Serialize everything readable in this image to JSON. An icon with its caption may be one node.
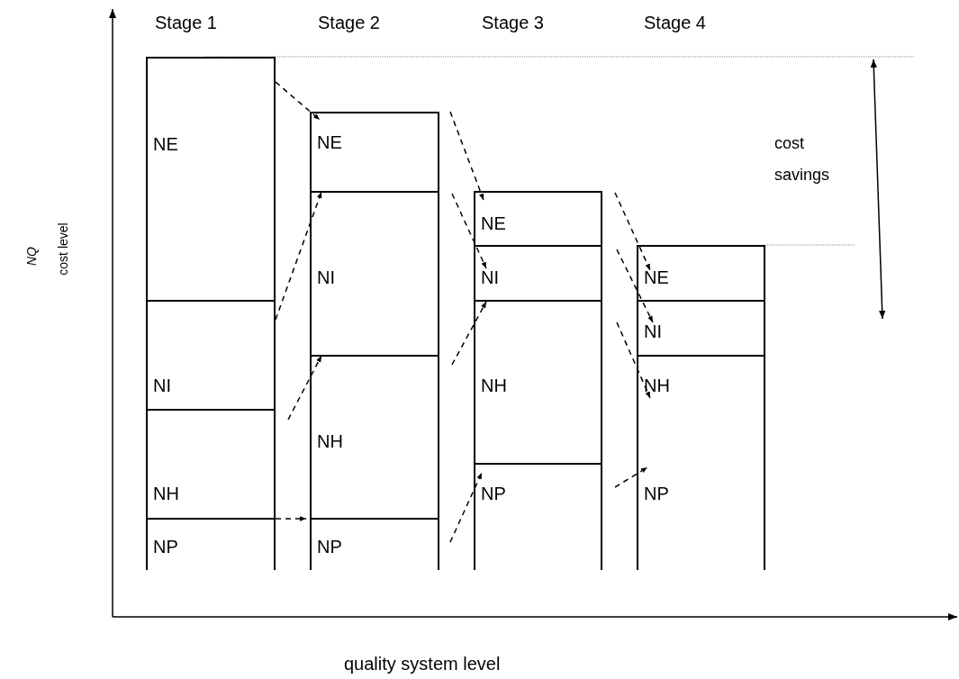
{
  "diagram": {
    "nodes": [
      {
        "text": [
          "NE"
        ]
      },
      {
        "text": [
          "NI"
        ]
      },
      {
        "text": [
          "NH"
        ]
      },
      {
        "text": [
          "NP"
        ]
      },
      {
        "text": [
          "NE"
        ]
      },
      {
        "text": [
          "NI"
        ]
      },
      {
        "text": [
          "NH"
        ]
      },
      {
        "text": [
          "NP"
        ]
      },
      {
        "text": [
          "NE"
        ]
      },
      {
        "text": [
          "NI"
        ]
      },
      {
        "text": [
          "NH"
        ]
      },
      {
        "text": [
          "NP"
        ]
      },
      {
        "text": [
          "NE"
        ]
      },
      {
        "text": [
          "NI"
        ]
      },
      {
        "text": [
          "NH",
          "NP"
        ]
      }
    ],
    "edges": [
      {
        "from": 0,
        "to": 4,
        "arrow": "to",
        "style": "dashed"
      },
      {
        "from": 1,
        "to": 5,
        "arrow": "to",
        "style": "dashed"
      },
      {
        "from": null,
        "to": 6,
        "arrow": "to",
        "style": "dashed"
      },
      {
        "from": 3,
        "to": 7,
        "arrow": "to",
        "style": "dashed"
      },
      {
        "from": 4,
        "to": 8,
        "arrow": "to",
        "style": "dashed"
      },
      {
        "from": null,
        "to": 9,
        "arrow": "to",
        "style": "dashed"
      },
      {
        "from": null,
        "to": 10,
        "arrow": "to",
        "style": "dashed"
      },
      {
        "from": 7,
        "to": 11,
        "arrow": "to",
        "style": "dashed"
      },
      {
        "from": null,
        "to": 12,
        "arrow": "to",
        "style": "dashed"
      },
      {
        "from": null,
        "to": 13,
        "arrow": "to",
        "style": "dashed"
      },
      {
        "from": null,
        "to": 14,
        "arrow": "to",
        "style": "dashed"
      },
      {
        "from": null,
        "to": 14,
        "arrow": "to",
        "style": "dashed"
      }
    ],
    "labels": [
      "Stage 1",
      "Stage 2",
      "Stage 3",
      "Stage 4",
      "cost savings",
      "NQ",
      "cost level",
      "quality system level"
    ]
  }
}
